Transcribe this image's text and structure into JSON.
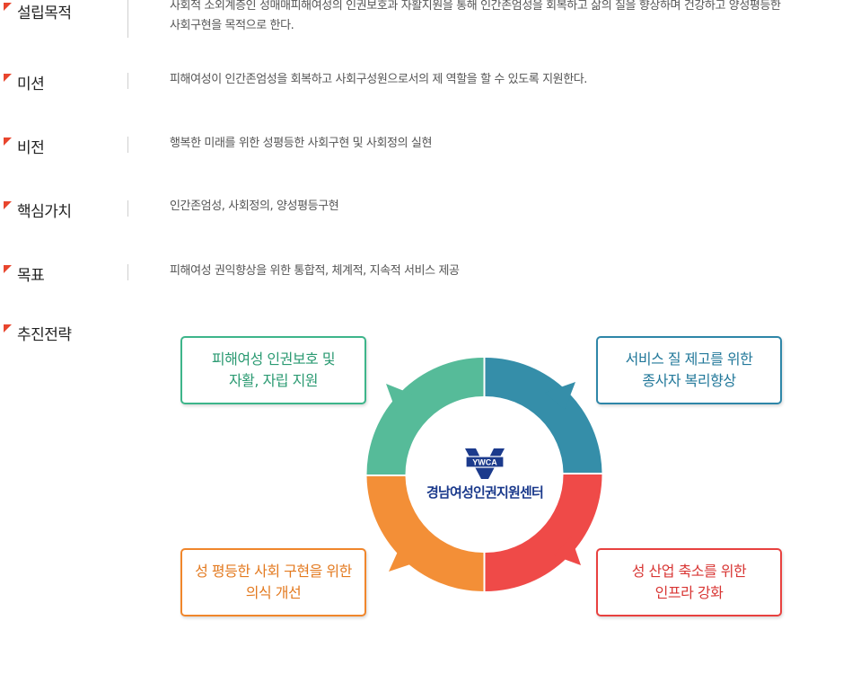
{
  "sections": [
    {
      "label": "설립목적",
      "desc": [
        "사회적 소외계층인 성매매피해여성의 인권보호과 자활지원을 통해 인간존엄성을 회복하고 삶의 질을 향상하며 건강하고 양성평등한",
        "사회구현을 목적으로 한다."
      ]
    },
    {
      "label": "미션",
      "desc": [
        "피해여성이 인간존엄성을 회복하고 사회구성원으로서의 제 역할을 할 수 있도록 지원한다."
      ]
    },
    {
      "label": "비전",
      "desc": [
        "행복한 미래를 위한 성평등한 사회구현 및 사회정의 실현"
      ]
    },
    {
      "label": "핵심가치",
      "desc": [
        "인간존엄성, 사회정의, 양성평등구현"
      ]
    },
    {
      "label": "목표",
      "desc": [
        "피해여성 권익향상을 위한 통합적, 체계적, 지속적 서비스 제공"
      ]
    },
    {
      "label": "추진전략",
      "desc": []
    }
  ],
  "strategy": {
    "center": {
      "logo_text": "YWCA",
      "name": "경남여성인권지원센터"
    },
    "boxes": [
      {
        "lines": [
          "피해여성 인권보호 및",
          "자활, 자립 지원"
        ],
        "color": "#3db58a"
      },
      {
        "lines": [
          "서비스 질 제고를 위한",
          "종사자 복리향상"
        ],
        "color": "#2e86a8"
      },
      {
        "lines": [
          "성 평등한 사회 구현을 위한",
          "의식 개선"
        ],
        "color": "#f0862b"
      },
      {
        "lines": [
          "성 산업 축소를 위한",
          "인프라 강화"
        ],
        "color": "#e8413f"
      }
    ],
    "ring_colors": {
      "green": "#56bb99",
      "teal": "#358ea9",
      "orange": "#f38f37",
      "red": "#ef4a48"
    }
  }
}
